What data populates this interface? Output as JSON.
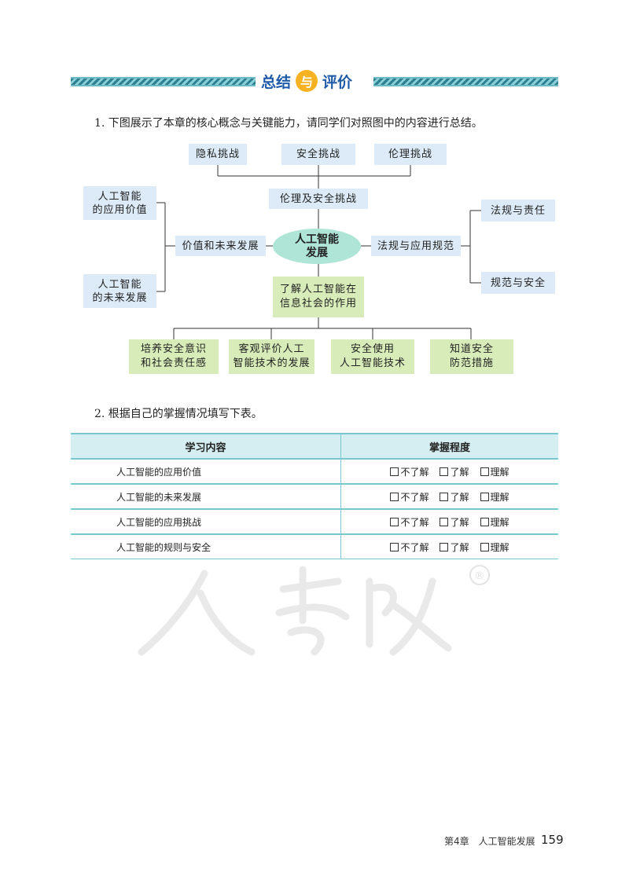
{
  "header": {
    "left": "总结",
    "icon_char": "与",
    "right": "评价"
  },
  "question1": "1. 下图展示了本章的核心概念与关键能力，请同学们对照图中的内容进行总结。",
  "diagram": {
    "center": "人工智能\n发展",
    "top_items": [
      "隐私挑战",
      "安全挑战",
      "伦理挑战"
    ],
    "top_branch": "伦理及安全挑战",
    "left_branch": "价值和未来发展",
    "left_items": [
      "人工智能\n的应用价值",
      "人工智能\n的未来发展"
    ],
    "right_branch": "法规与应用规范",
    "right_items": [
      "法规与责任",
      "规范与安全"
    ],
    "bottom_branch": "了解人工智能在\n信息社会的作用",
    "bottom_items": [
      "培养安全意识\n和社会责任感",
      "客观评价人工\n智能技术的发展",
      "安全使用\n人工智能技术",
      "知道安全\n防范措施"
    ]
  },
  "question2": "2. 根据自己的掌握情况填写下表。",
  "table": {
    "headers": [
      "学习内容",
      "掌握程度"
    ],
    "options": [
      "不了解",
      "了解",
      "理解"
    ],
    "rows": [
      "人工智能的应用价值",
      "人工智能的未来发展",
      "人工智能的应用挑战",
      "人工智能的规则与安全"
    ]
  },
  "watermark": {
    "text": "人教版",
    "mark": "®"
  },
  "footer": {
    "chapter": "第4章　人工智能发展",
    "page": "159"
  },
  "colors": {
    "blue_box": "#dcebf7",
    "green_box": "#d8ecb9",
    "center": "#aee5d6",
    "header_text": "#1e5aa8",
    "table_head": "#d5eef2"
  }
}
